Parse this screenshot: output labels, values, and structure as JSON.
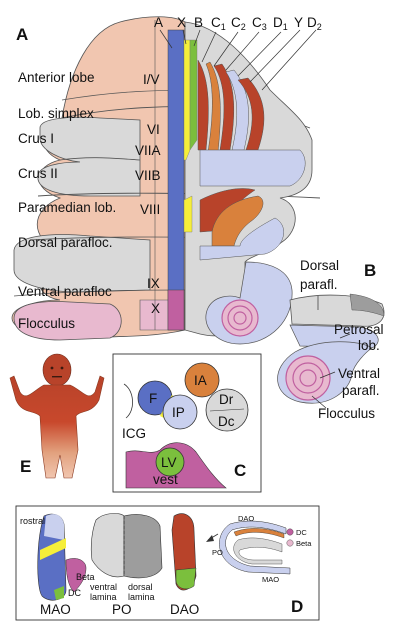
{
  "panels": {
    "a": "A",
    "b": "B",
    "c": "C",
    "d": "D",
    "e": "E"
  },
  "zone_labels": {
    "A": "A",
    "X": "X",
    "B": "B",
    "C1": "C",
    "C1_sub": "1",
    "C2": "C",
    "C2_sub": "2",
    "C3": "C",
    "C3_sub": "3",
    "D1": "D",
    "D1_sub": "1",
    "Y": "Y",
    "D2": "D",
    "D2_sub": "2"
  },
  "lobe_labels": [
    "Anterior lobe",
    "Lob. simplex",
    "Crus I",
    "Crus II",
    "Paramedian lob.",
    "Dorsal parafloc.",
    "Ventral parafloc",
    "Flocculus"
  ],
  "lobule_numerals": [
    "I/V",
    "VI",
    "VIIA",
    "VIIB",
    "VIII",
    "IX",
    "X"
  ],
  "panel_b_labels": {
    "dorsal_parafl_1": "Dorsal",
    "dorsal_parafl_2": "parafl.",
    "petrosal_1": "Petrosal",
    "petrosal_2": "lob.",
    "ventral_parafl_1": "Ventral",
    "ventral_parafl_2": "parafl.",
    "flocculus": "Flocculus"
  },
  "panel_c_labels": {
    "F": "F",
    "IA": "IA",
    "IP": "IP",
    "Dr": "Dr",
    "Dc": "Dc",
    "ICG": "ICG",
    "LV": "LV",
    "vest": "vest"
  },
  "panel_d_labels": {
    "rostral": "rostral",
    "beta": "Beta",
    "dc": "DC",
    "ventral_lamina_1": "ventral",
    "ventral_lamina_2": "lamina",
    "dorsal_lamina_1": "dorsal",
    "dorsal_lamina_2": "lamina",
    "MAO": "MAO",
    "PO": "PO",
    "DAO": "DAO",
    "inset_DAO": "DAO",
    "inset_PO": "PO",
    "inset_DC": "DC",
    "inset_Beta": "Beta",
    "inset_MAO": "MAO"
  },
  "colors": {
    "A_zone": "#5a6fc4",
    "X_zone": "#f5ee3a",
    "B_zone": "#7bbf3d",
    "C_zone": "#b8432a",
    "D_zone": "#b8432a",
    "pale_zone": "#c9d0ee",
    "vermis_pink": "#f1c6b0",
    "hemisphere_gray": "#d9d9d9",
    "flocculus_pink": "#e8b9cf",
    "purple_zone": "#c060a0",
    "orange_zone": "#d9813c",
    "dark_gray": "#9d9d9d"
  }
}
